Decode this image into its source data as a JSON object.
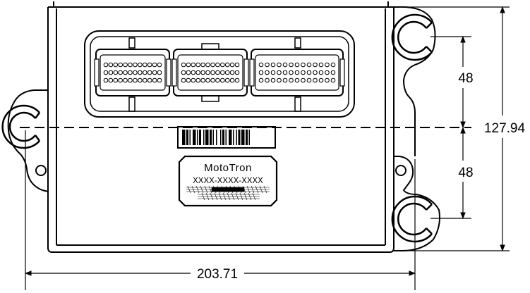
{
  "label": {
    "brand": "MotoTron",
    "part_number": "XXXX-XXXX-XXXX"
  },
  "dimensions": {
    "upper_spacing": "48",
    "lower_spacing": "48",
    "overall_height": "127.94",
    "overall_width": "203.71"
  },
  "connectors": {
    "count": 3,
    "pins_per_row": [
      12,
      12,
      13
    ],
    "pin_rows": 3
  }
}
